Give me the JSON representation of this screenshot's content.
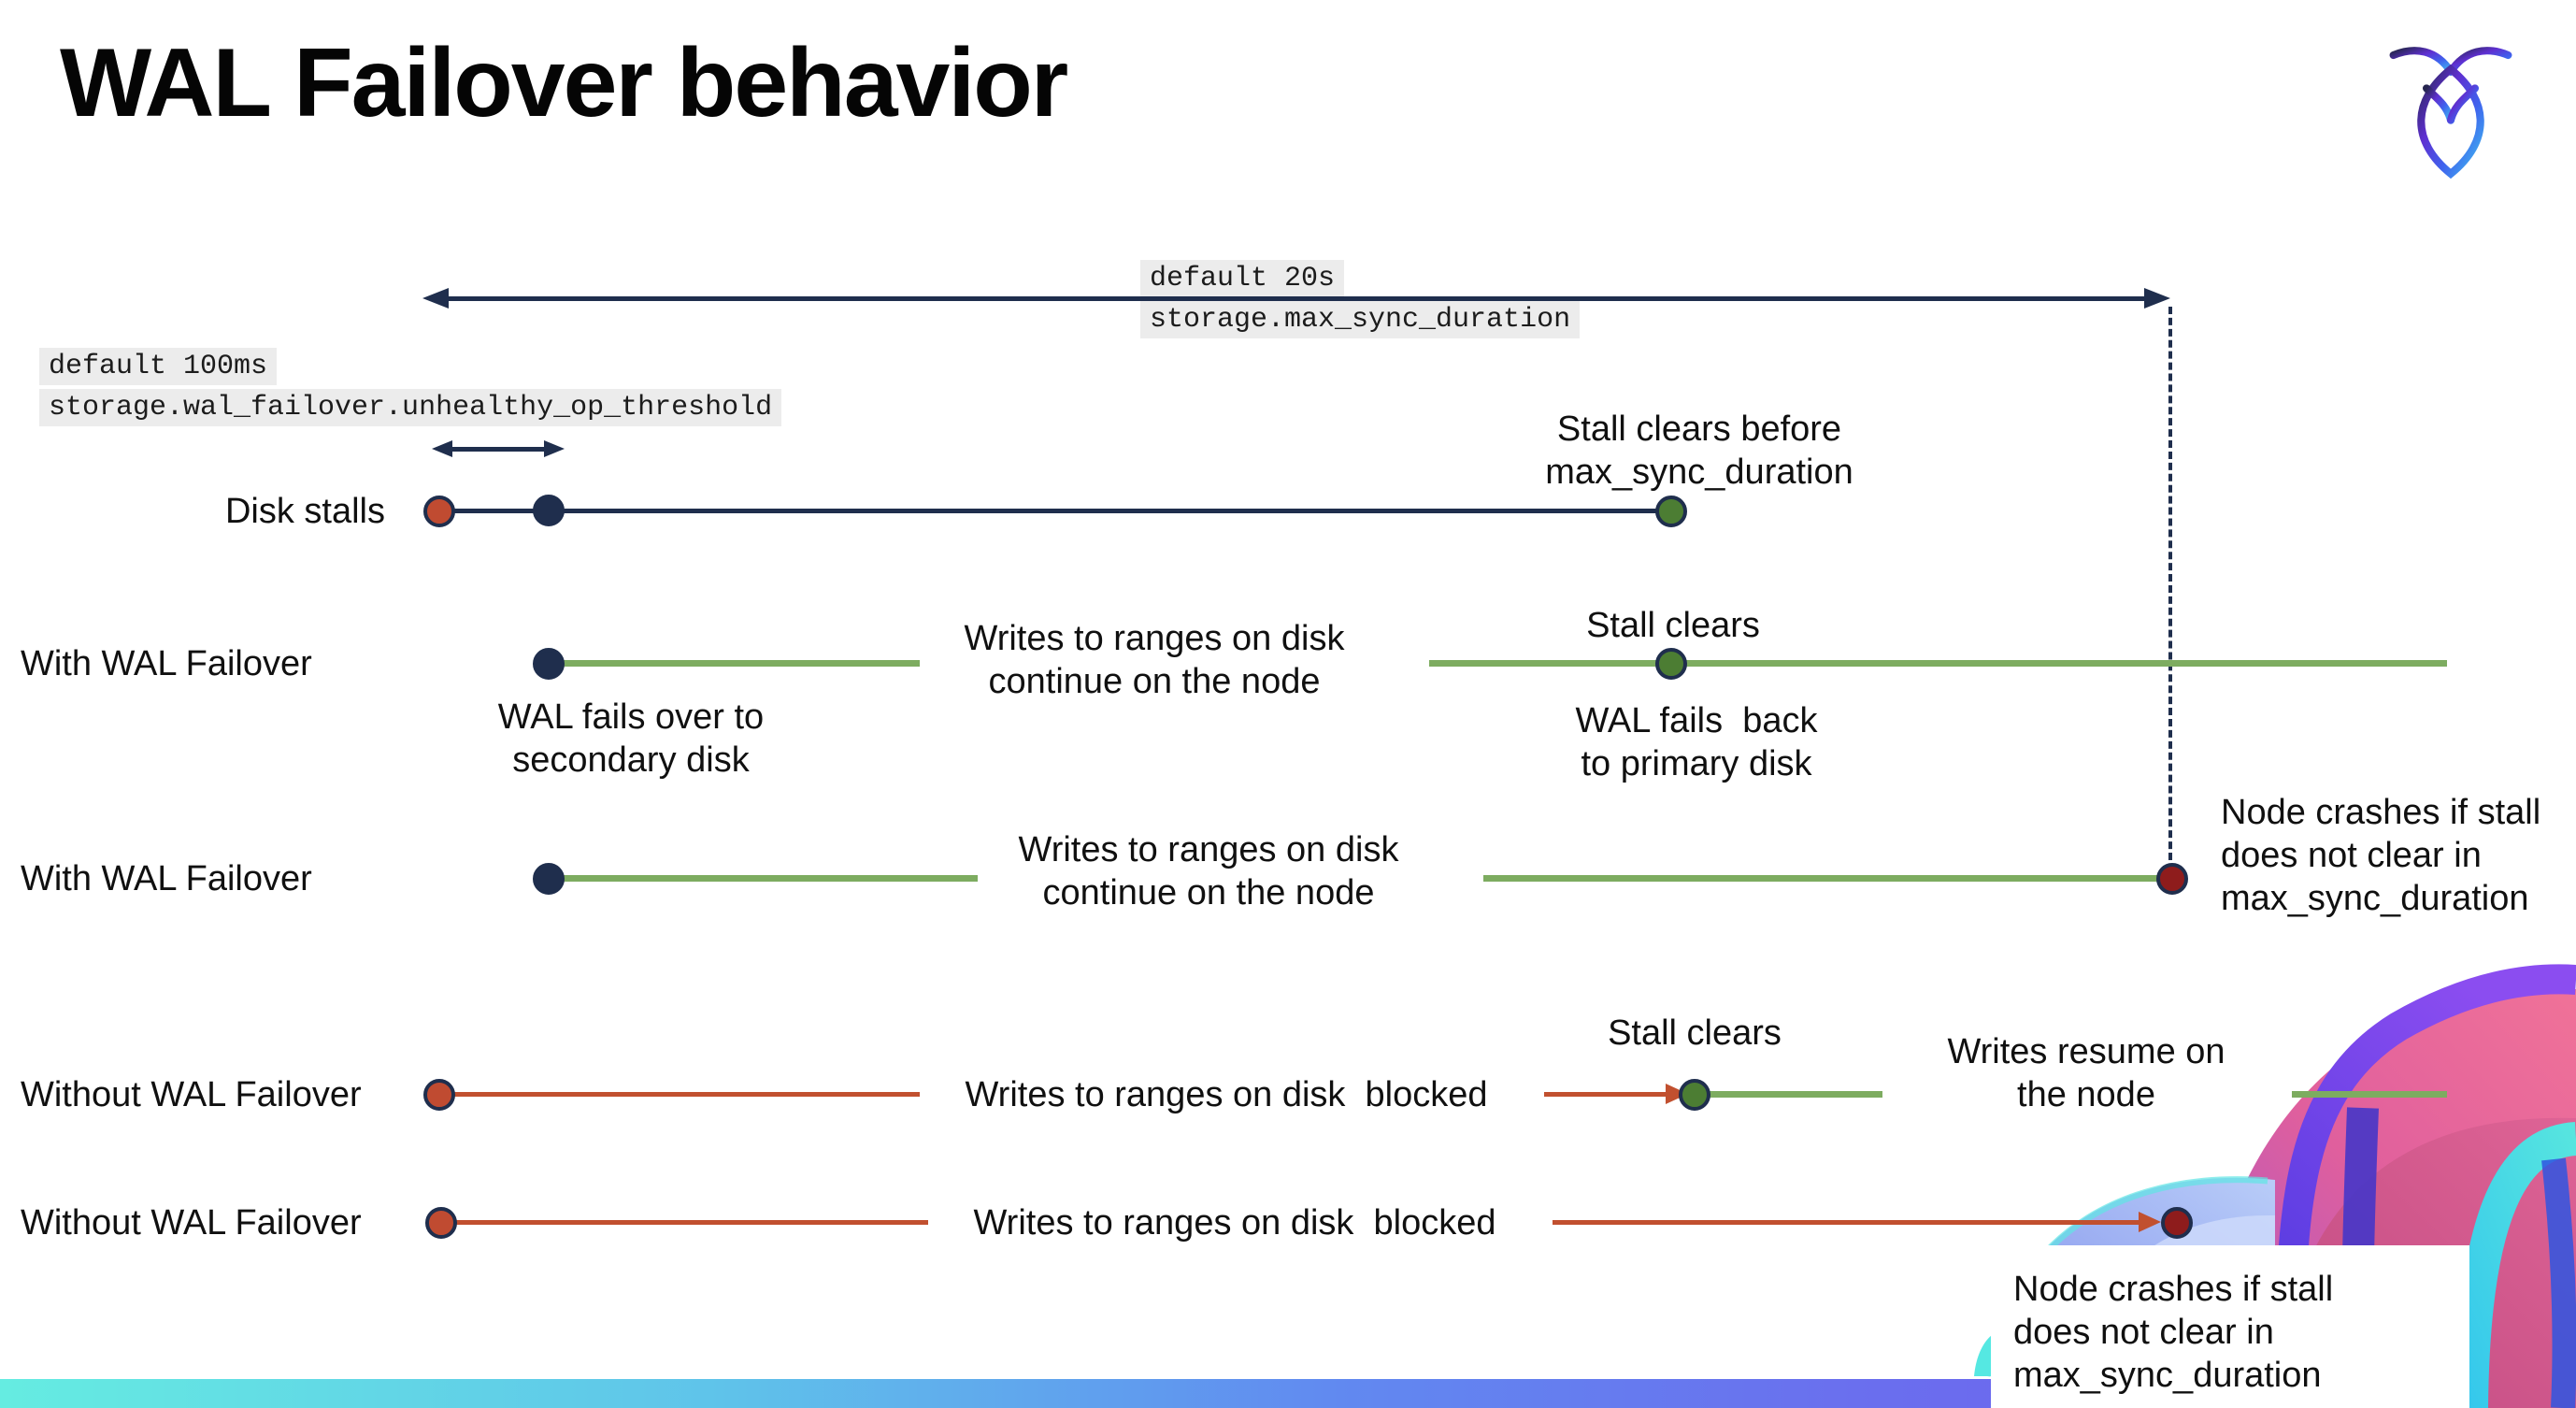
{
  "slide": {
    "title": "WAL Failover behavior"
  },
  "colors": {
    "navy": "#1f2e4d",
    "green_line": "#7dac60",
    "green_dot": "#4c7d33",
    "red_line": "#c1502f",
    "red_dot": "#c04b31",
    "crash_red": "#8e1c1c",
    "mono_bg": "#ececec"
  },
  "callouts": {
    "max_sync_duration": {
      "line1": "default 20s",
      "line2": "storage.max_sync_duration"
    },
    "unhealthy_op_threshold": {
      "line1": "default 100ms",
      "line2": "storage.wal_failover.unhealthy_op_threshold"
    }
  },
  "rows": [
    {
      "label": "Disk stalls"
    },
    {
      "label": "With WAL Failover"
    },
    {
      "label": "With WAL Failover"
    },
    {
      "label": "Without WAL Failover"
    },
    {
      "label": "Without WAL Failover"
    }
  ],
  "annotations": {
    "stall_clears_before": "Stall clears before\nmax_sync_duration",
    "stall_clears_r2": "Stall clears",
    "stall_clears_r4": "Stall clears",
    "wal_fails_over": "WAL fails over to\nsecondary disk",
    "wal_fails_back": "WAL fails  back\nto primary disk",
    "writes_continue_r2": "Writes to ranges on disk\ncontinue on the node",
    "writes_continue_r3": "Writes to ranges on disk\ncontinue on the node",
    "writes_blocked_r4": "Writes to ranges on disk  blocked",
    "writes_blocked_r5": "Writes to ranges on disk  blocked",
    "writes_resume": "Writes resume on\nthe node",
    "node_crashes_r3": "Node crashes if stall\ndoes not clear in\nmax_sync_duration",
    "node_crashes_r5": "Node crashes if stall\ndoes not clear in\nmax_sync_duration"
  }
}
